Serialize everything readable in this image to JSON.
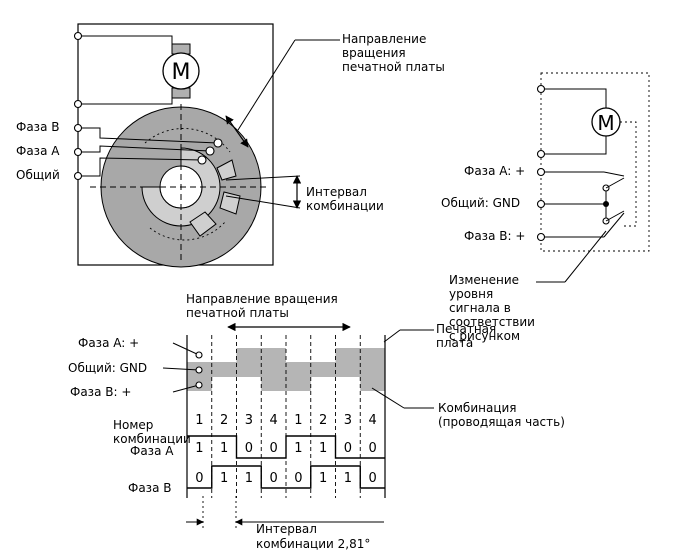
{
  "left_figure": {
    "motor_letter": "M",
    "label_rotation_direction": [
      "Направление",
      "вращения",
      "печатной платы"
    ],
    "label_phase_b": "Фаза B",
    "label_phase_a": "Фаза A",
    "label_common": "Общий",
    "label_interval": [
      "Интервал",
      "комбинации"
    ]
  },
  "right_figure": {
    "motor_letter": "M",
    "label_phase_a_plus": "Фаза A: +",
    "label_common_gnd": "Общий: GND",
    "label_phase_b_plus": "Фаза B: +",
    "label_signal_change": [
      "Изменение",
      "уровня",
      "сигнала в",
      "соответствии",
      "с рисунком"
    ]
  },
  "bottom_figure": {
    "label_rotation_direction": [
      "Направление вращения",
      "печатной платы"
    ],
    "label_phase_a_plus": "Фаза A: +",
    "label_common_gnd": "Общий: GND",
    "label_phase_b_plus": "Фаза B: +",
    "label_board": [
      "Печатная",
      "плата"
    ],
    "label_combination": [
      "Комбинация",
      "(проводящая часть)"
    ],
    "label_combination_number": [
      "Номер",
      "комбинации"
    ],
    "label_phase_a": "Фаза A",
    "label_phase_b": "Фаза B",
    "combination_numbers": [
      "1",
      "2",
      "3",
      "4",
      "1",
      "2",
      "3",
      "4"
    ],
    "phase_a_values": [
      "1",
      "1",
      "0",
      "0",
      "1",
      "1",
      "0",
      "0"
    ],
    "phase_b_values": [
      "0",
      "1",
      "1",
      "0",
      "0",
      "1",
      "1",
      "0"
    ],
    "label_interval": [
      "Интервал",
      "комбинации 2,81°"
    ]
  },
  "colors": {
    "line": "#000000",
    "disc_outer": "#a8a8a8",
    "disc_inner": "#cfcfcf",
    "board": "#b5b5b5",
    "motor": "#b0b0b0"
  }
}
